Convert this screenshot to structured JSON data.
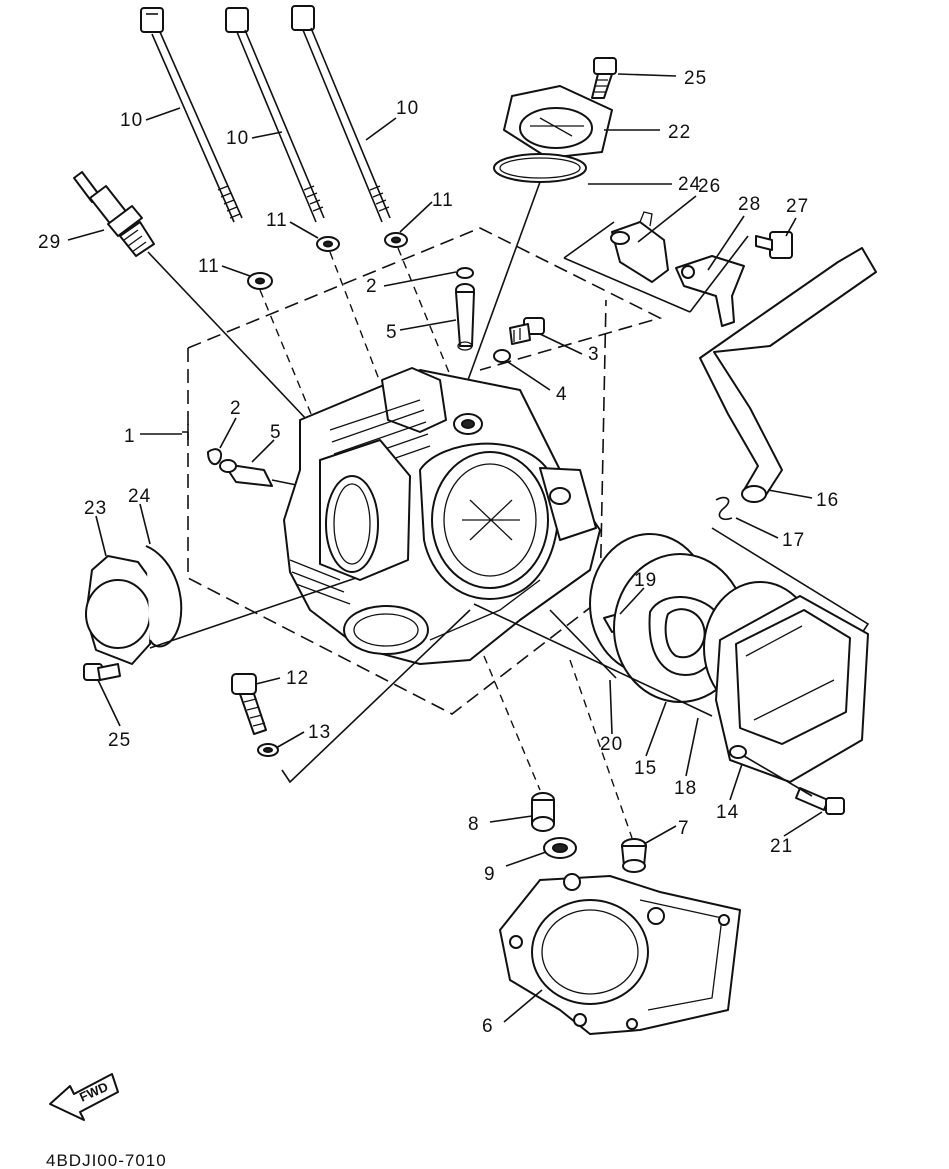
{
  "diagram_code": "4BDJI00-7010",
  "fwd_label": "FWD",
  "callouts": {
    "c10a": "10",
    "c10b": "10",
    "c10c": "10",
    "c11a": "11",
    "c11b": "11",
    "c11c": "11",
    "c29": "29",
    "c25a": "25",
    "c22": "22",
    "c24a": "24",
    "c26": "26",
    "c28": "28",
    "c27": "27",
    "c2a": "2",
    "c5a": "5",
    "c3": "3",
    "c4": "4",
    "c1": "1",
    "c2b": "2",
    "c5b": "5",
    "c23": "23",
    "c24b": "24",
    "c25b": "25",
    "c12": "12",
    "c13": "13",
    "c16": "16",
    "c17": "17",
    "c19": "19",
    "c20": "20",
    "c15": "15",
    "c18": "18",
    "c14": "14",
    "c21": "21",
    "c8": "8",
    "c7": "7",
    "c9": "9",
    "c6": "6"
  }
}
